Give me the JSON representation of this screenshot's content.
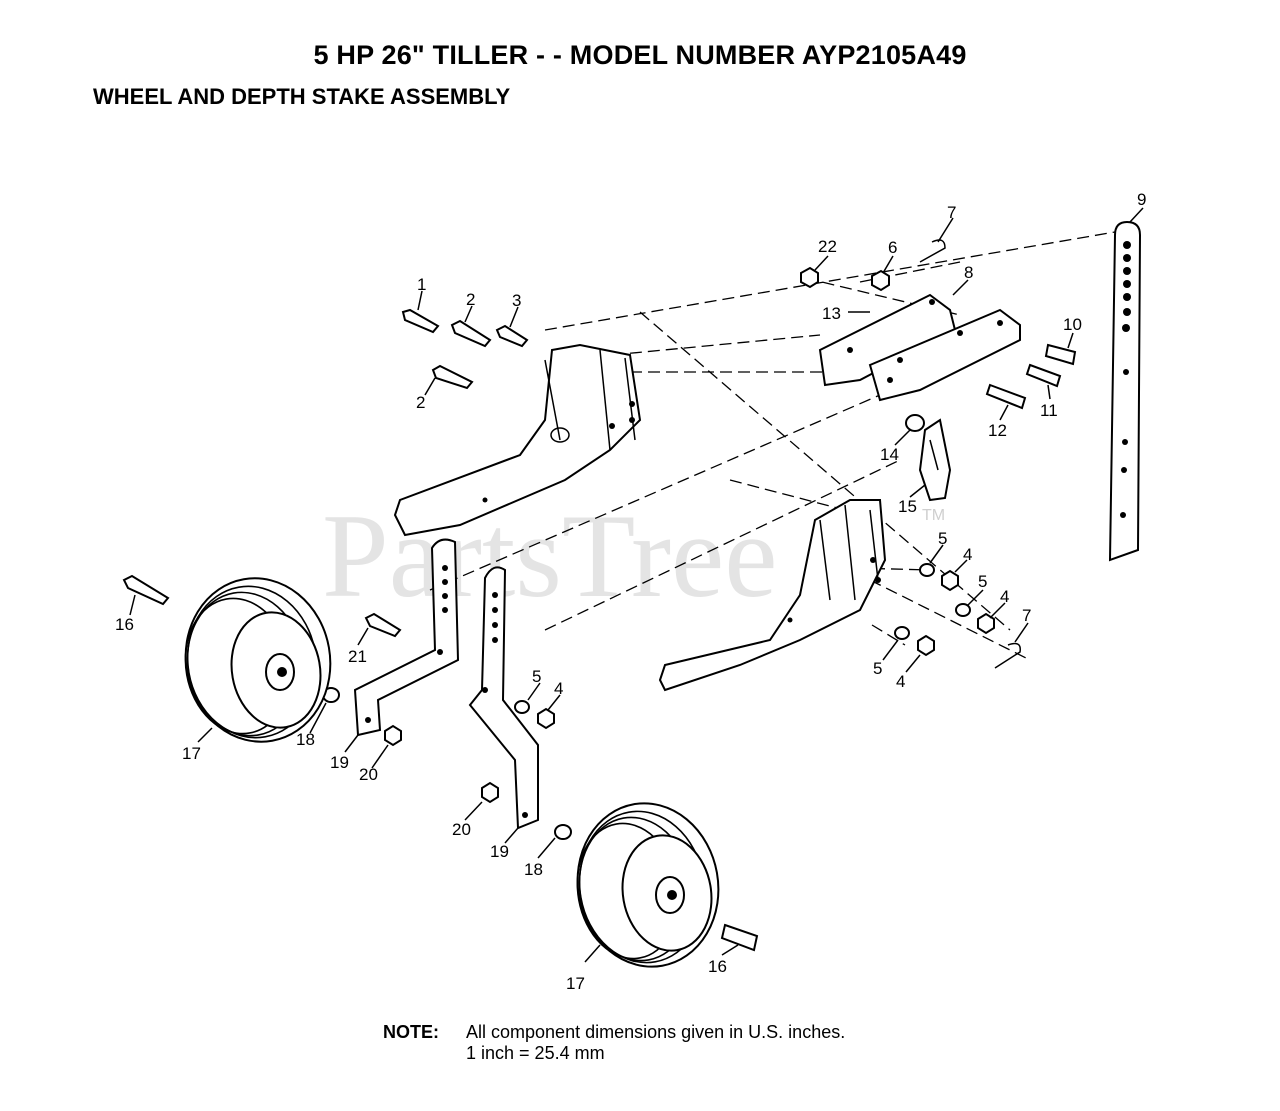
{
  "header": {
    "title": "5 HP 26\" TILLER - - MODEL NUMBER AYP2105A49",
    "subtitle": "WHEEL AND DEPTH STAKE ASSEMBLY"
  },
  "watermark": {
    "text": "PartsTree",
    "tm": "TM"
  },
  "callouts": [
    {
      "id": "c1",
      "label": "1"
    },
    {
      "id": "c2a",
      "label": "2"
    },
    {
      "id": "c2b",
      "label": "2"
    },
    {
      "id": "c3",
      "label": "3"
    },
    {
      "id": "c4a",
      "label": "4"
    },
    {
      "id": "c4b",
      "label": "4"
    },
    {
      "id": "c4c",
      "label": "4"
    },
    {
      "id": "c4d",
      "label": "4"
    },
    {
      "id": "c5a",
      "label": "5"
    },
    {
      "id": "c5b",
      "label": "5"
    },
    {
      "id": "c5c",
      "label": "5"
    },
    {
      "id": "c5d",
      "label": "5"
    },
    {
      "id": "c6",
      "label": "6"
    },
    {
      "id": "c7a",
      "label": "7"
    },
    {
      "id": "c7b",
      "label": "7"
    },
    {
      "id": "c8",
      "label": "8"
    },
    {
      "id": "c9",
      "label": "9"
    },
    {
      "id": "c10",
      "label": "10"
    },
    {
      "id": "c11",
      "label": "11"
    },
    {
      "id": "c12",
      "label": "12"
    },
    {
      "id": "c13",
      "label": "13"
    },
    {
      "id": "c14",
      "label": "14"
    },
    {
      "id": "c15",
      "label": "15"
    },
    {
      "id": "c16a",
      "label": "16"
    },
    {
      "id": "c16b",
      "label": "16"
    },
    {
      "id": "c17a",
      "label": "17"
    },
    {
      "id": "c17b",
      "label": "17"
    },
    {
      "id": "c18a",
      "label": "18"
    },
    {
      "id": "c18b",
      "label": "18"
    },
    {
      "id": "c19a",
      "label": "19"
    },
    {
      "id": "c19b",
      "label": "19"
    },
    {
      "id": "c20a",
      "label": "20"
    },
    {
      "id": "c20b",
      "label": "20"
    },
    {
      "id": "c21",
      "label": "21"
    },
    {
      "id": "c22",
      "label": "22"
    }
  ],
  "note": {
    "label": "NOTE:",
    "line1": "All component dimensions given in U.S. inches.",
    "line2": "1 inch = 25.4 mm"
  }
}
